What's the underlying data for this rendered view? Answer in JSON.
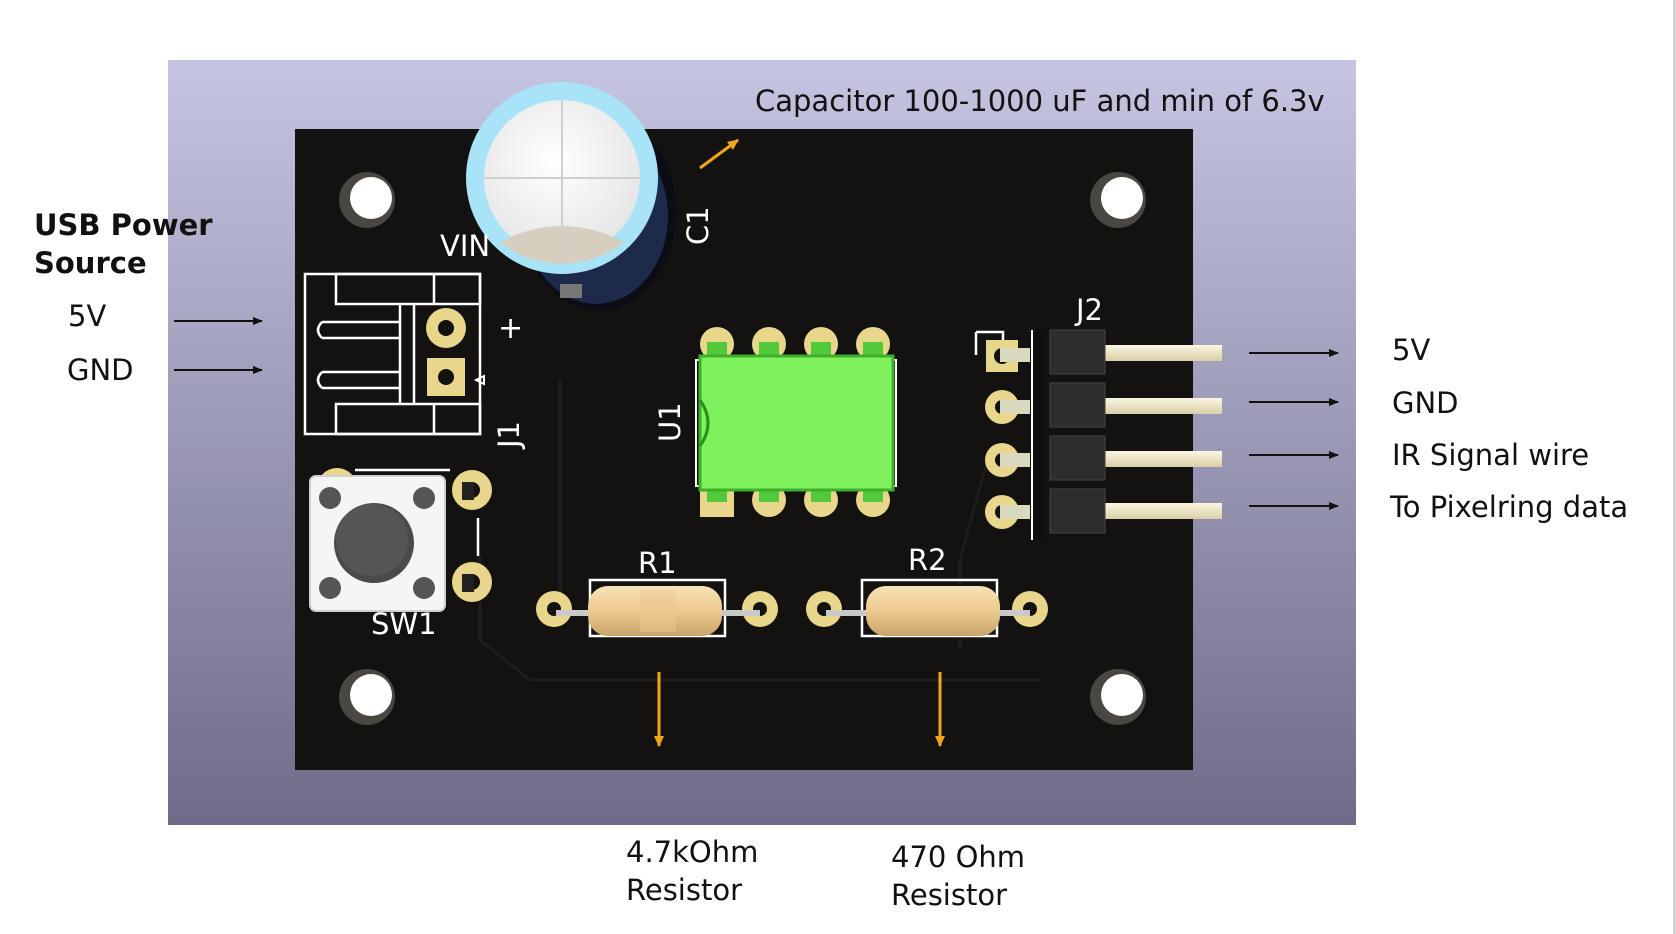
{
  "labels": {
    "usb_power_line1": "USB Power",
    "usb_power_line2": "Source",
    "left_5v": "5V",
    "left_gnd": "GND",
    "capacitor_note": "Capacitor 100-1000 uF and min of 6.3v",
    "right_5v": "5V",
    "right_gnd": "GND",
    "right_ir": "IR Signal wire",
    "right_pixelring": "To Pixelring data",
    "r1_value_line1": "4.7kOhm",
    "r1_value_line2": "Resistor",
    "r2_value_line1": "470 Ohm",
    "r2_value_line2": "Resistor"
  },
  "silkscreen": {
    "vin": "VIN",
    "c1": "C1",
    "j2": "J2",
    "plus": "+",
    "j1": "J1",
    "u1": "U1",
    "sw1": "SW1",
    "r1": "R1",
    "r2": "R2"
  },
  "colors": {
    "background_gradient_top": "#c3c3e0",
    "background_gradient_bottom": "#6f6d8a",
    "pcb": "#141210",
    "silkscreen": "#ffffff",
    "chip_body": "#7df25c",
    "pad_gold": "#e8d78b",
    "capacitor_sleeve": "#a9e3f7",
    "resistor_body": "#f1d4a1",
    "header_pins": "#f2ecd2",
    "annotation_arrow": "#f3a51a",
    "label_arrow": "#111111"
  }
}
